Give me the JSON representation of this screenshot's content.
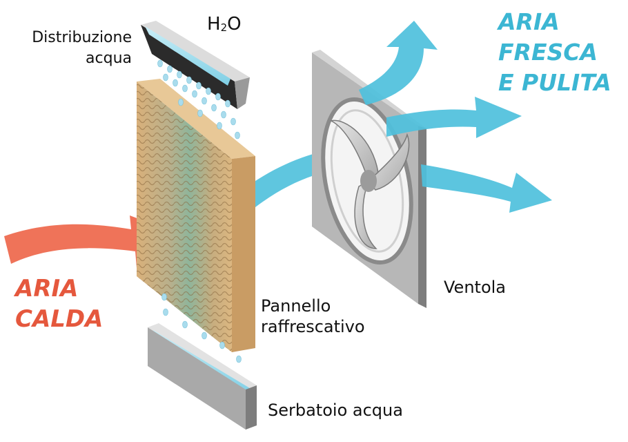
{
  "labels": {
    "water_distribution": [
      "Distribuzione",
      "acqua"
    ],
    "h2o": {
      "base": "H",
      "sub": "2",
      "tail": "O"
    },
    "panel": [
      "Pannello",
      "raffrescativo"
    ],
    "fan": "Ventola",
    "tank": "Serbatoio acqua",
    "hot_air": [
      "ARIA",
      "CALDA"
    ],
    "cool_air": [
      "ARIA",
      "FRESCA",
      "E PULITA"
    ]
  },
  "colors": {
    "hot_air": "#e5583d",
    "cool_air": "#3cb6d3",
    "panel": "#d7b17f",
    "water": "#9fdbeb",
    "metal": "#9a9a9a"
  }
}
